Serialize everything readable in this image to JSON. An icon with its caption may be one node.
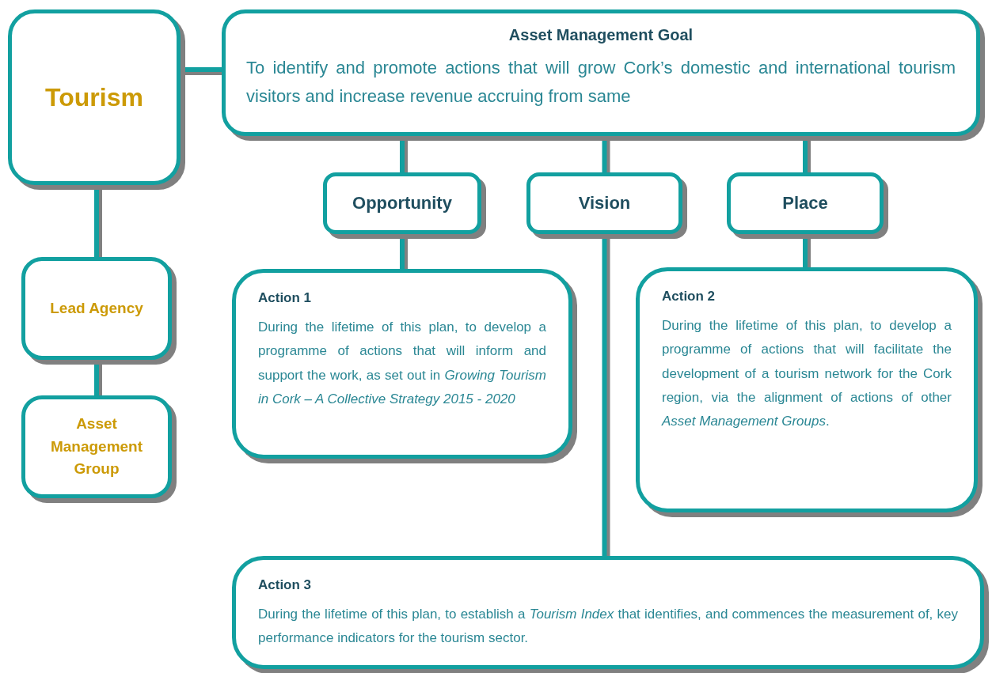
{
  "diagram": {
    "nodes": [
      {
        "text": [
          "Tourism"
        ]
      },
      {
        "text": [
          "Asset Management Goal",
          "To identify and promote actions that will grow Cork’s domestic and international tourism visitors and increase revenue accruing from same"
        ]
      },
      {
        "text": [
          "Lead Agency"
        ]
      },
      {
        "text": [
          "Asset Management Group"
        ]
      },
      {
        "text": [
          "Opportunity"
        ]
      },
      {
        "text": [
          "Vision"
        ]
      },
      {
        "text": [
          "Place"
        ]
      },
      {
        "text": [
          "Action 1",
          "During the lifetime of this plan, to develop a programme of actions that will inform and support the work, as set out in *Growing Tourism in Cork – A Collective Strategy 2015 - 2020*"
        ]
      },
      {
        "text": [
          "Action 2",
          "During the lifetime of this plan, to develop a programme of actions that will facilitate the development of a tourism network for the Cork region, via the alignment of actions of other *Asset Management Groups*."
        ]
      },
      {
        "text": [
          "Action 3",
          "During the lifetime of this plan, to establish a *Tourism Index* that identifies, and commences the measurement of, key performance indicators for the tourism sector."
        ]
      }
    ],
    "edges": [
      {
        "from": 0,
        "to": 1,
        "arrow": "none"
      },
      {
        "from": 0,
        "to": 2,
        "arrow": "none"
      },
      {
        "from": 2,
        "to": 3,
        "arrow": "none"
      },
      {
        "from": 1,
        "to": 4,
        "arrow": "none"
      },
      {
        "from": 1,
        "to": 5,
        "arrow": "none"
      },
      {
        "from": 1,
        "to": 6,
        "arrow": "none"
      },
      {
        "from": 4,
        "to": 7,
        "arrow": "none"
      },
      {
        "from": 6,
        "to": 8,
        "arrow": "none"
      },
      {
        "from": 5,
        "to": 9,
        "arrow": "none"
      }
    ]
  }
}
